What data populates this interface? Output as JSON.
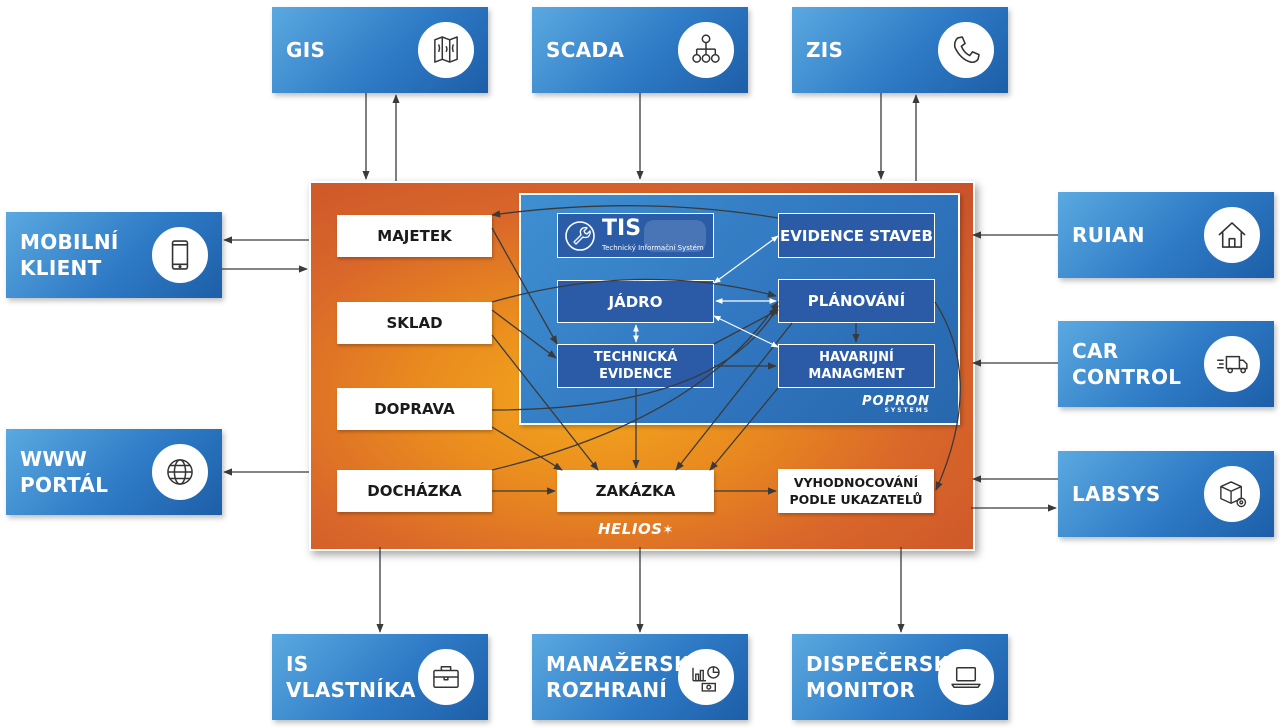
{
  "external_systems": {
    "gis": {
      "label": [
        "GIS"
      ],
      "icon": "map-icon"
    },
    "scada": {
      "label": [
        "SCADA"
      ],
      "icon": "hierarchy-icon"
    },
    "zis": {
      "label": [
        "ZIS"
      ],
      "icon": "phone-icon"
    },
    "mobilni_klient": {
      "label": [
        "MOBILNÍ",
        "KLIENT"
      ],
      "icon": "smartphone-icon"
    },
    "www_portal": {
      "label": [
        "WWW",
        "PORTÁL"
      ],
      "icon": "globe-icon"
    },
    "ruian": {
      "label": [
        "RUIAN"
      ],
      "icon": "house-icon"
    },
    "car_control": {
      "label": [
        "CAR",
        "CONTROL"
      ],
      "icon": "truck-icon"
    },
    "labsys": {
      "label": [
        "LABSYS"
      ],
      "icon": "cube-gear-icon"
    },
    "is_vlastnika": {
      "label": [
        "IS",
        "VLASTNÍKA"
      ],
      "icon": "briefcase-icon"
    },
    "manazerske_rozhrani": {
      "label": [
        "MANAŽERSKÉ",
        "ROZHRANÍ"
      ],
      "icon": "charts-icon"
    },
    "dispecersky_monitor": {
      "label": [
        "DISPEČERSKÝ",
        "MONITOR"
      ],
      "icon": "laptop-icon"
    }
  },
  "helios_modules": {
    "majetek": "MAJETEK",
    "sklad": "SKLAD",
    "doprava": "DOPRAVA",
    "dochazka": "DOCHÁZKA",
    "zakazka": "ZAKÁZKA",
    "vyhodnocovani": [
      "VYHODNOCOVÁNÍ",
      "PODLE UKAZATELŮ"
    ]
  },
  "tis_modules": {
    "evidence_staveb": "EVIDENCE STAVEB",
    "jadro": "JÁDRO",
    "planovani": "PLÁNOVÁNÍ",
    "technicka_evidence": [
      "TECHNICKÁ",
      "EVIDENCE"
    ],
    "havarijni_managment": [
      "HAVARIJNÍ",
      "MANAGMENT"
    ]
  },
  "logos": {
    "tis_title": "TIS",
    "tis_subtitle": "Technický Informační Systém",
    "popron": "POPRON",
    "popron_sub": "SYSTEMS",
    "helios": "HELIOS"
  },
  "colors": {
    "external_box": "#2f7bc6",
    "helios_frame": "#d9662a",
    "tis_panel": "#2f74bd",
    "tis_module": "#2b5aa6",
    "arrow": "#3a3a3a"
  }
}
